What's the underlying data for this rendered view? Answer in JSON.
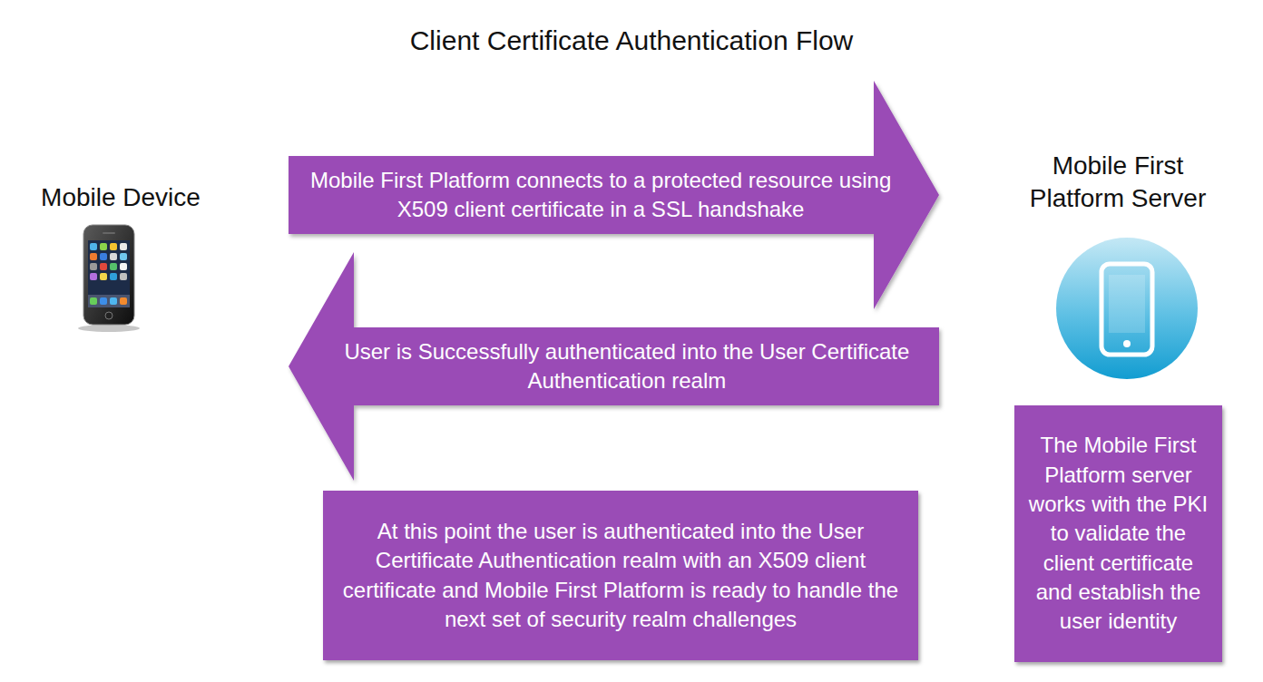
{
  "diagram": {
    "title": "Client Certificate Authentication Flow",
    "nodes": [
      {
        "text": [
          "Mobile Device"
        ]
      },
      {
        "text": [
          "Mobile First Platform Server"
        ]
      },
      {
        "text": [
          "The Mobile First Platform server works with the PKI to validate the client certificate and establish the user identity"
        ]
      },
      {
        "text": [
          "At this point the user is authenticated into the User Certificate Authentication realm with an X509 client certificate and Mobile First Platform is ready to handle the next set of security realm challenges"
        ]
      }
    ],
    "edges": [
      {
        "from": 0,
        "to": 1,
        "arrow": "to",
        "label": "Mobile First Platform connects to a protected resource using X509 client certificate in a SSL handshake"
      },
      {
        "from": 1,
        "to": 0,
        "arrow": "to",
        "label": "User is Successfully authenticated into the User Certificate Authentication realm"
      }
    ]
  }
}
